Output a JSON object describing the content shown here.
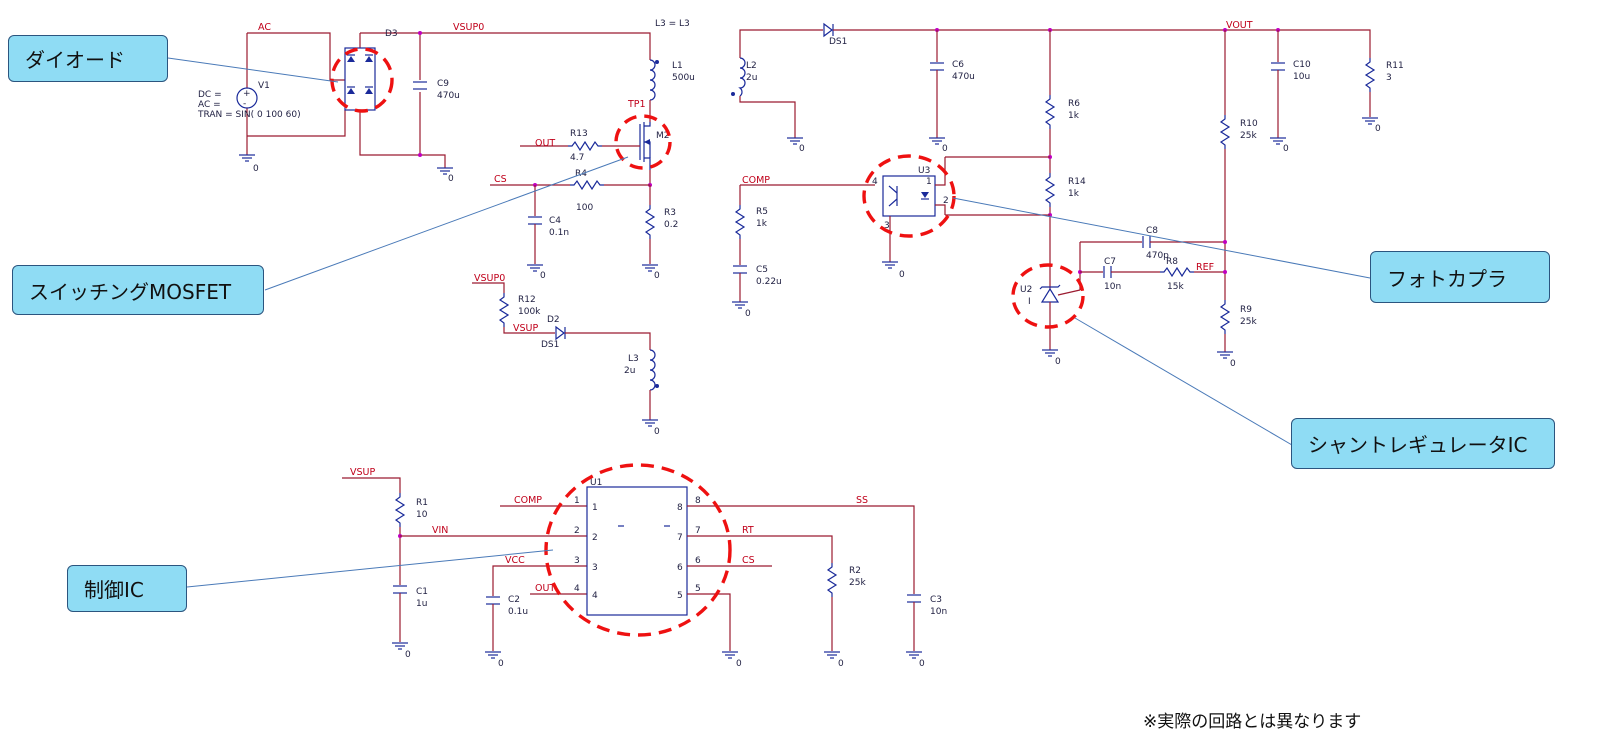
{
  "callouts": {
    "diode": "ダイオード",
    "mosfet": "スイッチングMOSFET",
    "control_ic": "制御IC",
    "photocoupler": "フォトカプラ",
    "shunt": "シャントレギュレータIC"
  },
  "note": "※実際の回路とは異なります",
  "nets": {
    "ac": "AC",
    "vsup0": "VSUP0",
    "vsup0_2": "VSUP0",
    "vsup": "VSUP",
    "vsup_2": "VSUP",
    "out": "OUT",
    "out_2": "OUT",
    "cs": "CS",
    "cs_2": "CS",
    "comp": "COMP",
    "comp_2": "COMP",
    "vout": "VOUT",
    "vin": "VIN",
    "vcc": "VCC",
    "ss": "SS",
    "rt": "RT",
    "ref": "REF",
    "tp1": "TP1",
    "l3eq": "L3 = L3"
  },
  "components": {
    "v1": {
      "ref": "V1",
      "line1": "DC =",
      "line2": "AC =",
      "line3": "TRAN = SIN( 0 100 60)"
    },
    "d3": {
      "ref": "D3"
    },
    "c9": {
      "ref": "C9",
      "value": "470u"
    },
    "l1": {
      "ref": "L1",
      "value": "500u"
    },
    "m2": {
      "ref": "M2"
    },
    "r13": {
      "ref": "R13",
      "value": "4.7"
    },
    "r4": {
      "ref": "R4",
      "value": "100"
    },
    "c4": {
      "ref": "C4",
      "value": "0.1n"
    },
    "r3": {
      "ref": "R3",
      "value": "0.2"
    },
    "r12": {
      "ref": "R12",
      "value": "100k"
    },
    "d2": {
      "ref": "D2",
      "model": "DS1"
    },
    "l3": {
      "ref": "L3",
      "value": "2u"
    },
    "l2": {
      "ref": "L2",
      "value": "2u"
    },
    "ds1": {
      "model": "DS1"
    },
    "c6": {
      "ref": "C6",
      "value": "470u"
    },
    "r6": {
      "ref": "R6",
      "value": "1k"
    },
    "r14": {
      "ref": "R14",
      "value": "1k"
    },
    "r10": {
      "ref": "R10",
      "value": "25k"
    },
    "c10": {
      "ref": "C10",
      "value": "10u"
    },
    "r11": {
      "ref": "R11",
      "value": "3"
    },
    "u3": {
      "ref": "U3",
      "pin1": "1",
      "pin2": "2",
      "pin3": "3",
      "pin4": "4"
    },
    "r5": {
      "ref": "R5",
      "value": "1k"
    },
    "c5": {
      "ref": "C5",
      "value": "0.22u"
    },
    "c8": {
      "ref": "C8",
      "value": "470p"
    },
    "c7": {
      "ref": "C7",
      "value": "10n"
    },
    "r8": {
      "ref": "R8",
      "value": "15k"
    },
    "u2": {
      "ref": "U2",
      "sub": "I"
    },
    "r9": {
      "ref": "R9",
      "value": "25k"
    },
    "r1": {
      "ref": "R1",
      "value": "10"
    },
    "c1": {
      "ref": "C1",
      "value": "1u"
    },
    "c2": {
      "ref": "C2",
      "value": "0.1u"
    },
    "u1": {
      "ref": "U1",
      "pins": [
        "1",
        "2",
        "3",
        "4",
        "5",
        "6",
        "7",
        "8"
      ]
    },
    "r2": {
      "ref": "R2",
      "value": "25k"
    },
    "c3": {
      "ref": "C3",
      "value": "10n"
    }
  },
  "ground": "0"
}
